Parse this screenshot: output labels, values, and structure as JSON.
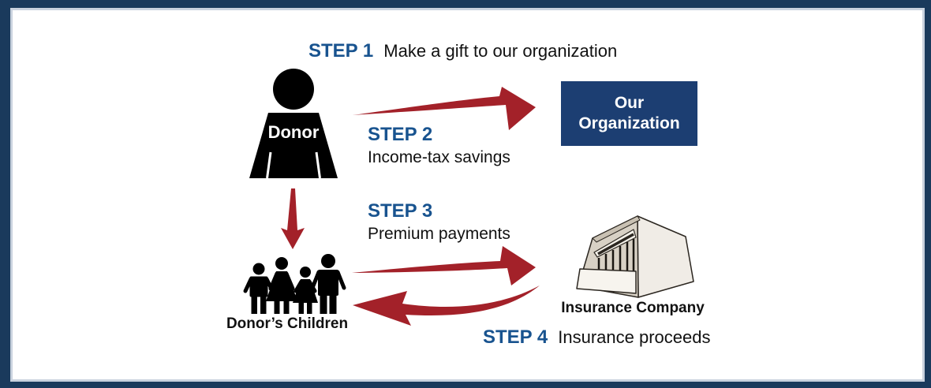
{
  "colors": {
    "background": "#ffffff",
    "frame_border": "#1a3a5c",
    "frame_inner_line": "#c9d2de",
    "step_blue": "#18538f",
    "text_black": "#111111",
    "arrow_red": "#a32129",
    "org_box_bg": "#1c3e72",
    "org_box_text": "#ffffff",
    "silhouette_black": "#000000",
    "donor_label_text": "#ffffff",
    "building_left_face": "#d8d1c5",
    "building_right_face": "#f0ece6",
    "building_roof": "#c9c1b3",
    "building_pediment": "#f5f2ea",
    "building_base": "#f7f4ee",
    "building_outline": "#2b2620"
  },
  "steps": [
    {
      "label": "STEP 1",
      "text": "Make a gift to our organization"
    },
    {
      "label": "STEP 2",
      "text": "Income-tax savings"
    },
    {
      "label": "STEP 3",
      "text": "Premium payments"
    },
    {
      "label": "STEP 4",
      "text": "Insurance proceeds"
    }
  ],
  "entities": {
    "donor": {
      "label": "Donor",
      "icon": "person-silhouette-icon"
    },
    "organization": {
      "line1": "Our",
      "line2": "Organization"
    },
    "children": {
      "label": "Donor’s Children",
      "icon": "family-silhouette-icon"
    },
    "insurance": {
      "label": "Insurance Company",
      "icon": "bank-building-icon"
    }
  },
  "arrows": [
    {
      "name": "donor-to-organization",
      "step": "STEP 1",
      "direction": "right"
    },
    {
      "name": "donor-to-children",
      "step": "",
      "direction": "down"
    },
    {
      "name": "children-to-insurance",
      "step": "STEP 3",
      "direction": "right"
    },
    {
      "name": "insurance-to-children",
      "step": "STEP 4",
      "direction": "left-curved"
    }
  ]
}
